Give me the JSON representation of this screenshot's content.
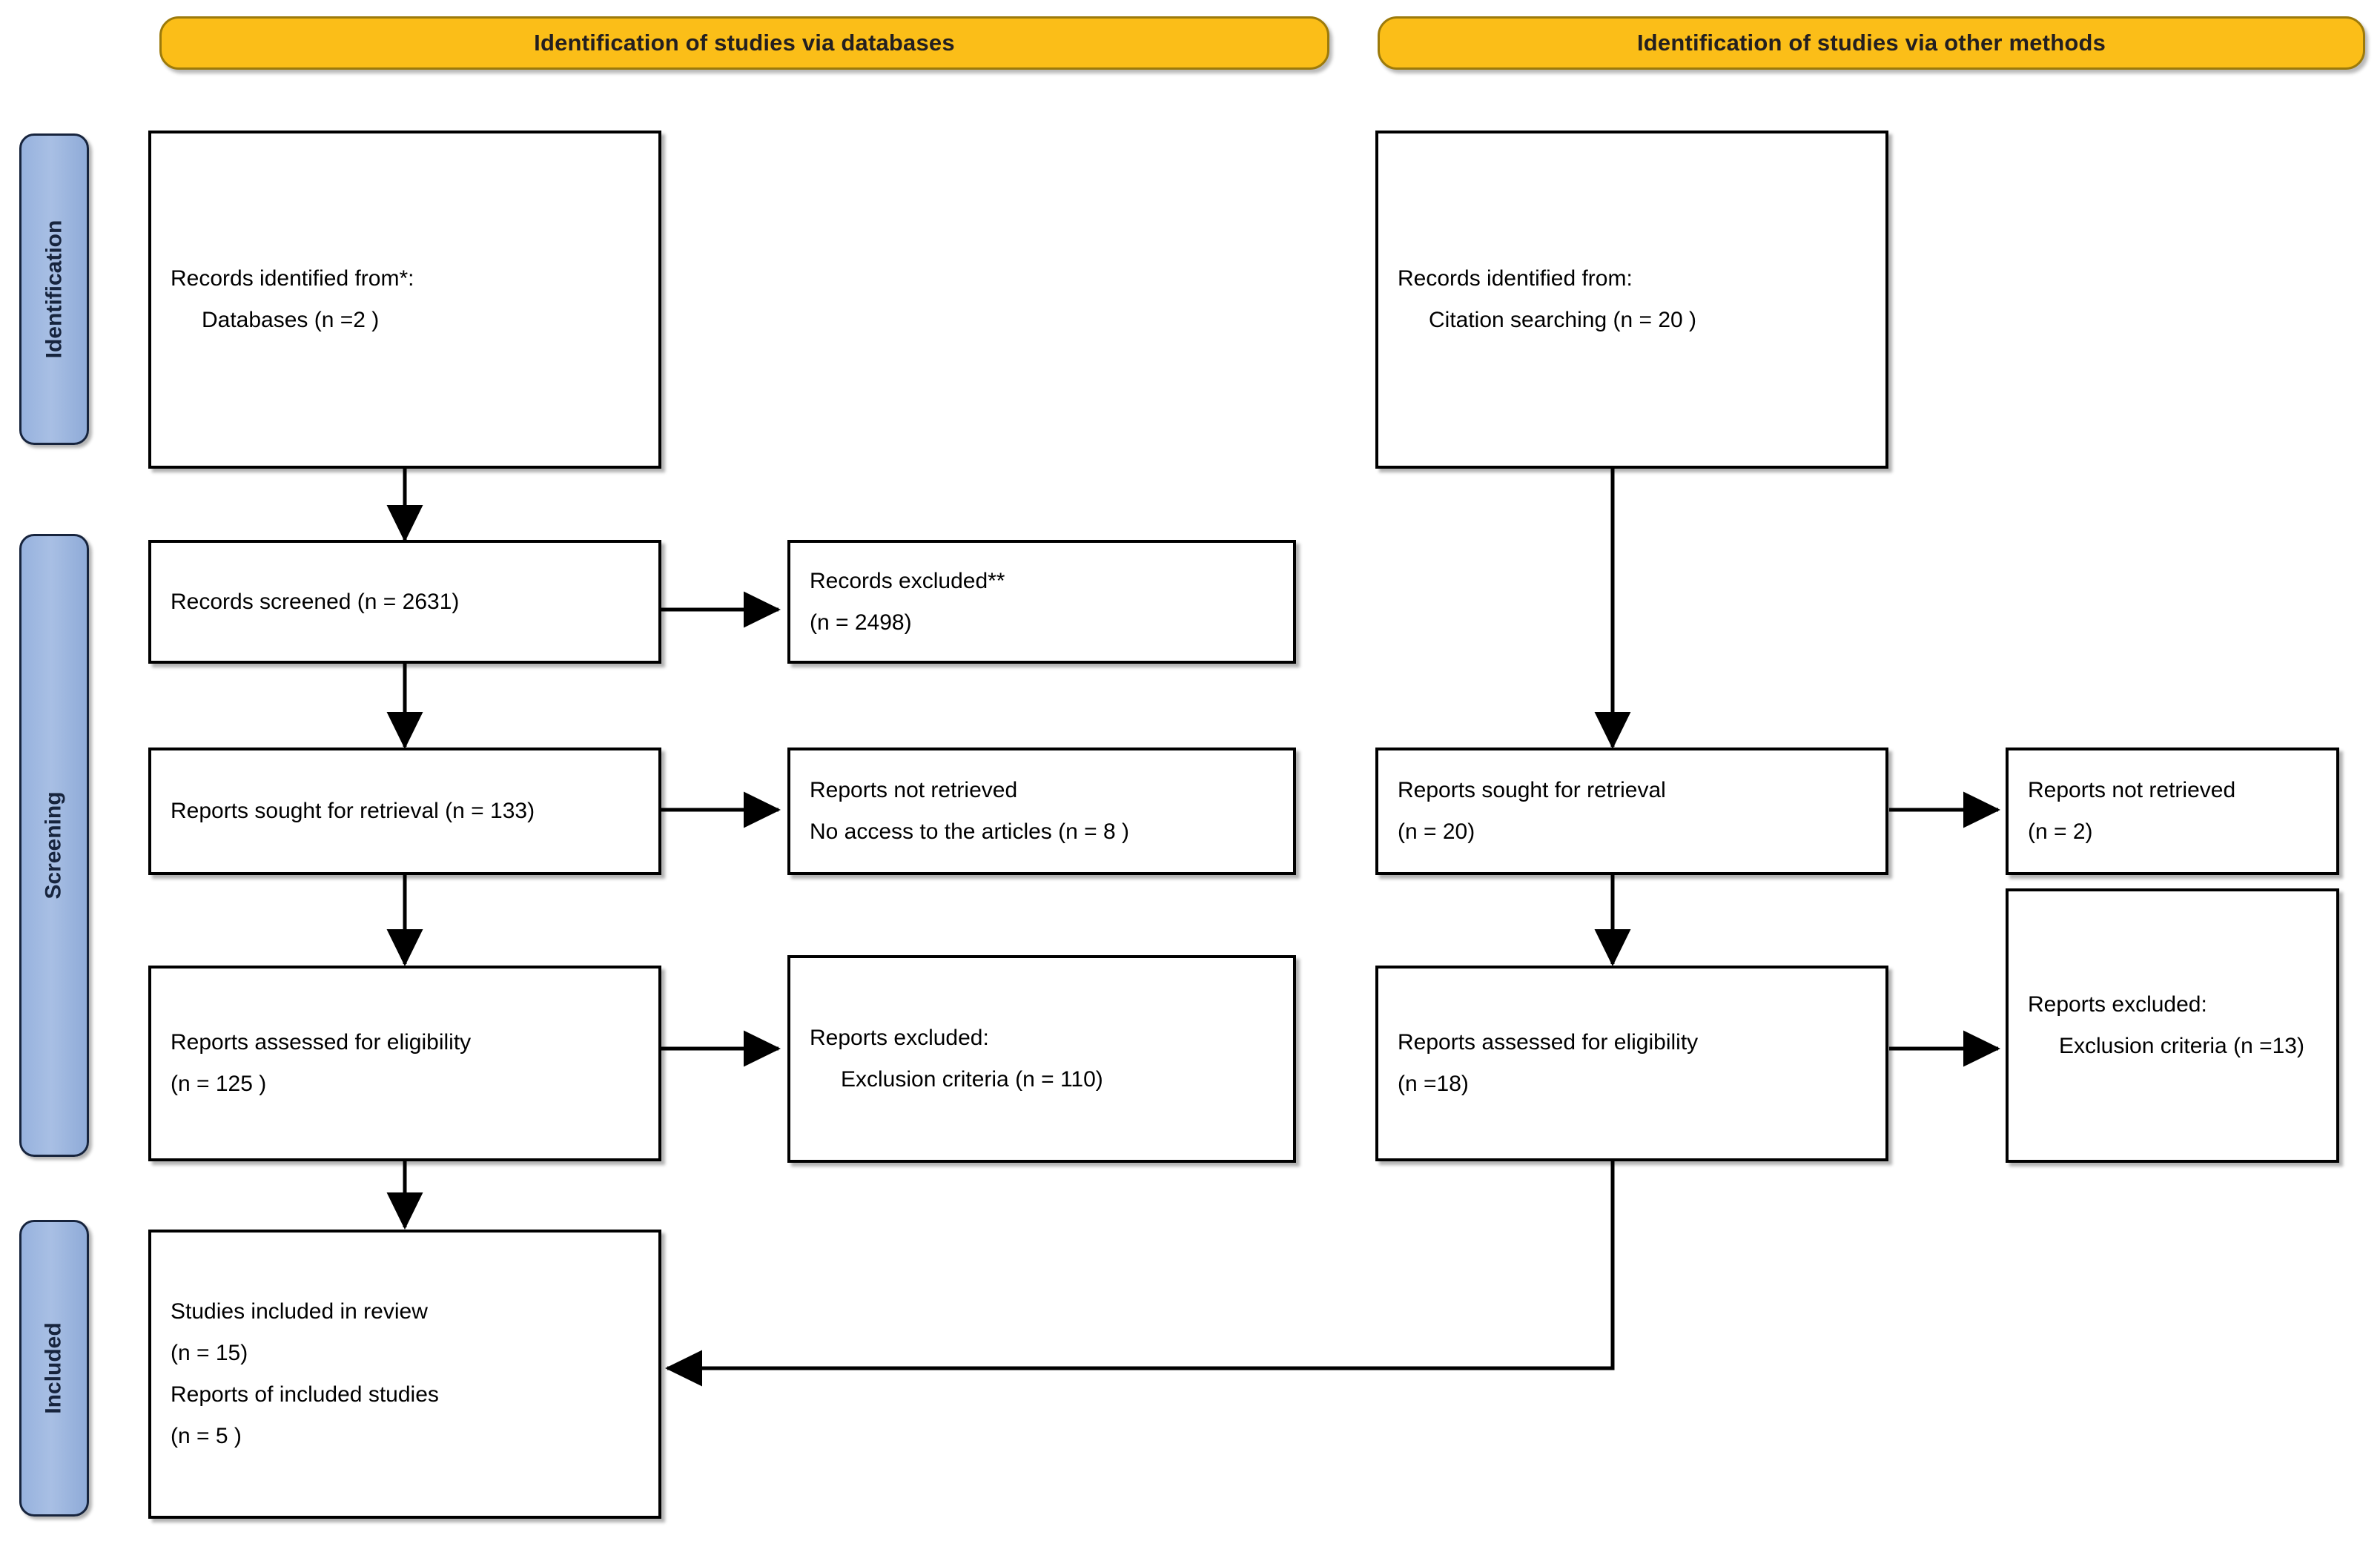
{
  "colors": {
    "header_fill": "#FBBE18",
    "header_border": "#9C7A0B",
    "stage_fill": "#A0B8E0",
    "stage_border": "#17243D",
    "box_border": "#000000",
    "connector": "#000000",
    "background": "#FFFFFF"
  },
  "headers": {
    "databases": "Identification of studies via databases",
    "other_methods": "Identification of studies via other methods"
  },
  "stages": {
    "identification": "Identification",
    "screening": "Screening",
    "included": "Included"
  },
  "databases_column": {
    "identified": {
      "line1": "Records identified from*:",
      "line2": "Databases (n =2 )"
    },
    "screened": {
      "line1": "Records screened (n = 2631)"
    },
    "records_excluded": {
      "line1": "Records excluded**",
      "line2": "(n = 2498)"
    },
    "sought": {
      "line1": "Reports sought for retrieval (n = 133)"
    },
    "not_retrieved": {
      "line1": "Reports not retrieved",
      "line2": "No  access to the articles (n = 8 )"
    },
    "assessed": {
      "line1": "Reports assessed for eligibility",
      "line2": "(n = 125 )"
    },
    "reports_excluded": {
      "line1": "Reports excluded:",
      "line2": "Exclusion criteria (n = 110)"
    },
    "included": {
      "line1": "Studies included in review",
      "line2": "(n = 15)",
      "line3": "Reports of included studies",
      "line4": "(n = 5 )"
    }
  },
  "other_methods_column": {
    "identified": {
      "line1": "Records identified from:",
      "line2": "Citation searching (n = 20 )"
    },
    "sought": {
      "line1": "Reports sought for retrieval",
      "line2": "(n = 20)"
    },
    "not_retrieved": {
      "line1": "Reports not retrieved",
      "line2": "(n = 2)"
    },
    "assessed": {
      "line1": "Reports assessed for eligibility",
      "line2": "(n =18)"
    },
    "reports_excluded": {
      "line1": "Reports excluded:",
      "line2": "Exclusion criteria (n =13)"
    }
  },
  "chart_data": {
    "type": "diagram",
    "title": "PRISMA 2020 flow diagram",
    "nodes": [
      {
        "id": "db-identified",
        "column": "databases",
        "stage": "Identification",
        "labels": [
          "Records identified from*:",
          "Databases (n =2 )"
        ],
        "n": 2
      },
      {
        "id": "db-screened",
        "column": "databases",
        "stage": "Screening",
        "labels": [
          "Records screened (n = 2631)"
        ],
        "n": 2631
      },
      {
        "id": "db-excluded",
        "column": "databases",
        "stage": "Screening",
        "labels": [
          "Records excluded**",
          "(n = 2498)"
        ],
        "n": 2498
      },
      {
        "id": "db-sought",
        "column": "databases",
        "stage": "Screening",
        "labels": [
          "Reports sought for retrieval (n = 133)"
        ],
        "n": 133
      },
      {
        "id": "db-notretr",
        "column": "databases",
        "stage": "Screening",
        "labels": [
          "Reports not retrieved",
          "No  access to the articles (n = 8 )"
        ],
        "n": 8
      },
      {
        "id": "db-assessed",
        "column": "databases",
        "stage": "Screening",
        "labels": [
          "Reports assessed for eligibility",
          "(n = 125 )"
        ],
        "n": 125
      },
      {
        "id": "db-repexcluded",
        "column": "databases",
        "stage": "Screening",
        "labels": [
          "Reports excluded:",
          "Exclusion criteria (n = 110)"
        ],
        "n": 110
      },
      {
        "id": "included",
        "column": "databases",
        "stage": "Included",
        "labels": [
          "Studies included in review",
          "(n = 15)",
          "Reports of included studies",
          "(n = 5 )"
        ],
        "n": 15
      },
      {
        "id": "om-identified",
        "column": "other-methods",
        "stage": "Identification",
        "labels": [
          "Records identified from:",
          "Citation searching (n = 20 )"
        ],
        "n": 20
      },
      {
        "id": "om-sought",
        "column": "other-methods",
        "stage": "Screening",
        "labels": [
          "Reports sought for retrieval",
          "(n = 20)"
        ],
        "n": 20
      },
      {
        "id": "om-notretr",
        "column": "other-methods",
        "stage": "Screening",
        "labels": [
          "Reports not retrieved",
          "(n = 2)"
        ],
        "n": 2
      },
      {
        "id": "om-assessed",
        "column": "other-methods",
        "stage": "Screening",
        "labels": [
          "Reports assessed for eligibility",
          "(n =18)"
        ],
        "n": 18
      },
      {
        "id": "om-repexcluded",
        "column": "other-methods",
        "stage": "Screening",
        "labels": [
          "Reports excluded:",
          "Exclusion criteria (n =13)"
        ],
        "n": 13
      }
    ],
    "edges": [
      {
        "from": "db-identified",
        "to": "db-screened",
        "dir": "down"
      },
      {
        "from": "db-screened",
        "to": "db-excluded",
        "dir": "right"
      },
      {
        "from": "db-screened",
        "to": "db-sought",
        "dir": "down"
      },
      {
        "from": "db-sought",
        "to": "db-notretr",
        "dir": "right"
      },
      {
        "from": "db-sought",
        "to": "db-assessed",
        "dir": "down"
      },
      {
        "from": "db-assessed",
        "to": "db-repexcluded",
        "dir": "right"
      },
      {
        "from": "db-assessed",
        "to": "included",
        "dir": "down"
      },
      {
        "from": "om-identified",
        "to": "om-sought",
        "dir": "down"
      },
      {
        "from": "om-sought",
        "to": "om-notretr",
        "dir": "right"
      },
      {
        "from": "om-sought",
        "to": "om-assessed",
        "dir": "down"
      },
      {
        "from": "om-assessed",
        "to": "om-repexcluded",
        "dir": "right"
      },
      {
        "from": "om-assessed",
        "to": "included",
        "dir": "down-left"
      }
    ]
  }
}
